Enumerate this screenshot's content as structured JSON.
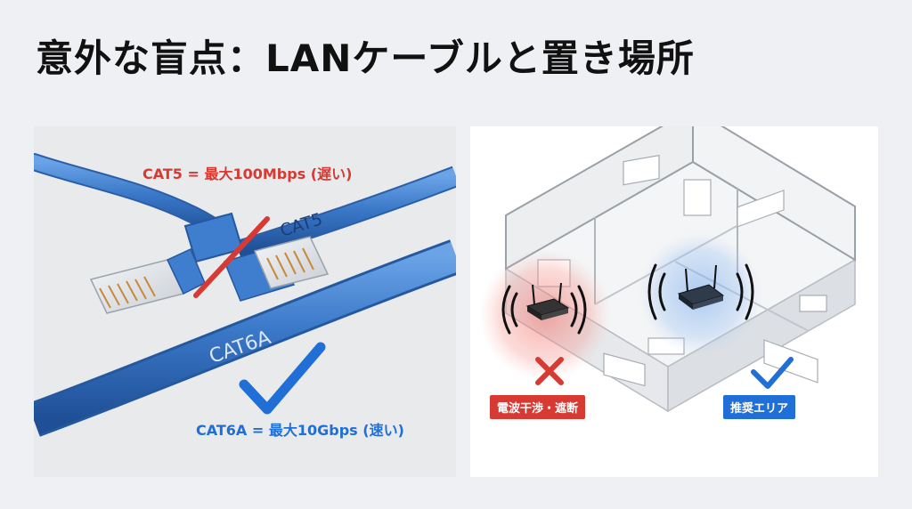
{
  "slide": {
    "title": "意外な盲点：LANケーブルと置き場所"
  },
  "cable_panel": {
    "cat5_label": "CAT5 = 最大100Mbps (遅い)",
    "cat5_cable_text": "CAT5",
    "cat6a_cable_text": "CAT6A",
    "cat6a_label": "CAT6A = 最大10Gbps (速い)"
  },
  "placement_panel": {
    "bad_badge": "電波干渉・遮断",
    "good_badge": "推奨エリア"
  },
  "colors": {
    "bad": "#d63a32",
    "good": "#1f6fd6",
    "cable": "#3a78c8",
    "title": "#111111"
  },
  "icons": [
    "x-mark-icon",
    "check-mark-icon",
    "router-icon",
    "wifi-waves-icon"
  ]
}
